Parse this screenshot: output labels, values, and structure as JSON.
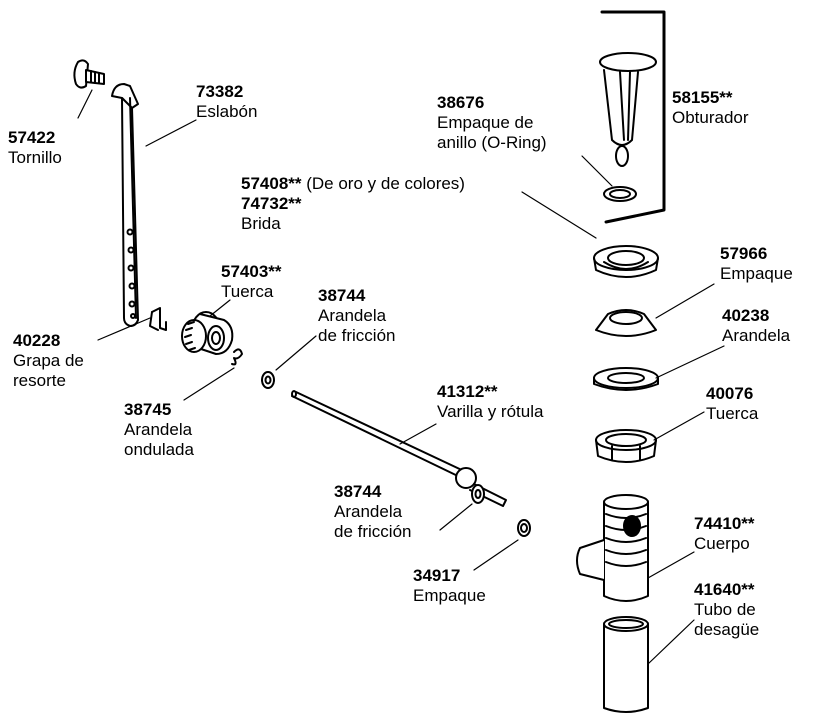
{
  "parts": [
    {
      "id": "tornillo",
      "number": "57422",
      "lines": [
        "Tornillo"
      ]
    },
    {
      "id": "eslabon",
      "number": "73382",
      "lines": [
        "Eslabón"
      ]
    },
    {
      "id": "grapa",
      "number": "40228",
      "lines": [
        "Grapa de",
        "resorte"
      ]
    },
    {
      "id": "tuerca-small",
      "number": "57403**",
      "lines": [
        "Tuerca"
      ]
    },
    {
      "id": "arandela-ondulada",
      "number": "38745",
      "lines": [
        "Arandela",
        "ondulada"
      ]
    },
    {
      "id": "arandela-friccion-1",
      "number": "38744",
      "lines": [
        "Arandela",
        "de fricción"
      ]
    },
    {
      "id": "varilla",
      "number": "41312**",
      "lines": [
        "Varilla y rótula"
      ]
    },
    {
      "id": "arandela-friccion-2",
      "number": "38744",
      "lines": [
        "Arandela",
        "de fricción"
      ]
    },
    {
      "id": "empaque-small",
      "number": "34917",
      "lines": [
        "Empaque"
      ]
    },
    {
      "id": "oring",
      "number": "38676",
      "lines": [
        "Empaque de",
        "anillo (O-Ring)"
      ]
    },
    {
      "id": "obturador",
      "number": "58155**",
      "lines": [
        "Obturador"
      ]
    },
    {
      "id": "brida",
      "number": "57408**",
      "suffix": " (De oro y de colores)",
      "number2": "74732**",
      "lines": [
        "Brida"
      ]
    },
    {
      "id": "empaque",
      "number": "57966",
      "lines": [
        "Empaque"
      ]
    },
    {
      "id": "arandela",
      "number": "40238",
      "lines": [
        "Arandela"
      ]
    },
    {
      "id": "tuerca",
      "number": "40076",
      "lines": [
        "Tuerca"
      ]
    },
    {
      "id": "cuerpo",
      "number": "74410**",
      "lines": [
        "Cuerpo"
      ]
    },
    {
      "id": "tubo",
      "number": "41640**",
      "lines": [
        "Tubo de",
        "desagüe"
      ]
    }
  ]
}
